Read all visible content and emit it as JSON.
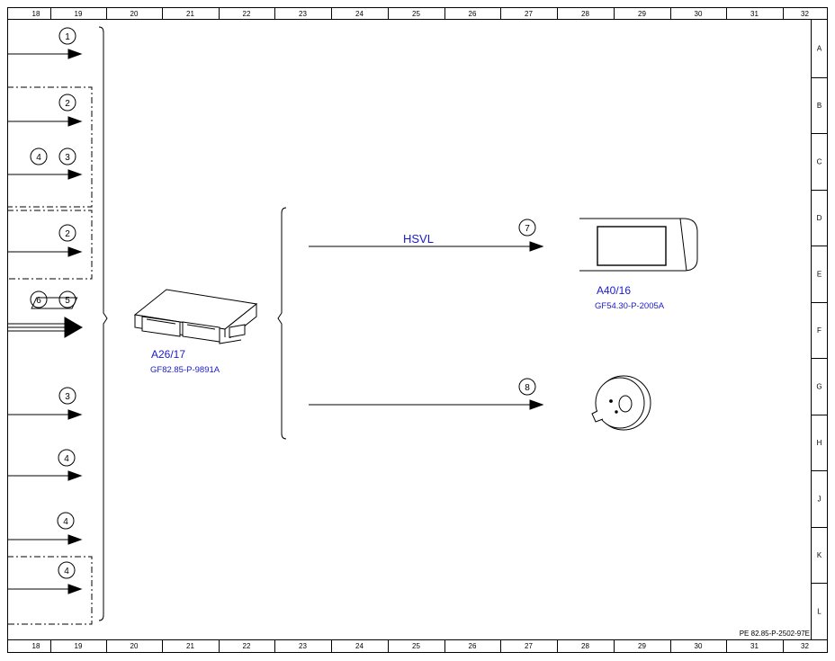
{
  "frame": {
    "top_columns": [
      "18",
      "19",
      "20",
      "21",
      "22",
      "23",
      "24",
      "25",
      "26",
      "27",
      "28",
      "29",
      "30",
      "31",
      "32"
    ],
    "bottom_columns": [
      "18",
      "19",
      "20",
      "21",
      "22",
      "23",
      "24",
      "25",
      "26",
      "27",
      "28",
      "29",
      "30",
      "31",
      "32"
    ],
    "rows": [
      "A",
      "B",
      "C",
      "D",
      "E",
      "F",
      "G",
      "H",
      "J",
      "K",
      "L"
    ],
    "document_ref": "PE 82.85-P-2502-97E"
  },
  "inputs": {
    "circle_1": "1",
    "circle_2a": "2",
    "circle_4a": "4",
    "circle_3a": "3",
    "circle_2b": "2",
    "circle_6": "6",
    "circle_5": "5",
    "circle_3b": "3",
    "circle_4b": "4",
    "circle_4c": "4",
    "circle_4d": "4"
  },
  "components": {
    "control_unit": {
      "id": "A26/17",
      "ref": "GF82.85-P-9891A"
    },
    "display": {
      "id": "A40/16",
      "ref": "GF54.30-P-2005A"
    }
  },
  "outputs": {
    "signal_label": "HSVL",
    "circle_7": "7",
    "circle_8": "8"
  }
}
